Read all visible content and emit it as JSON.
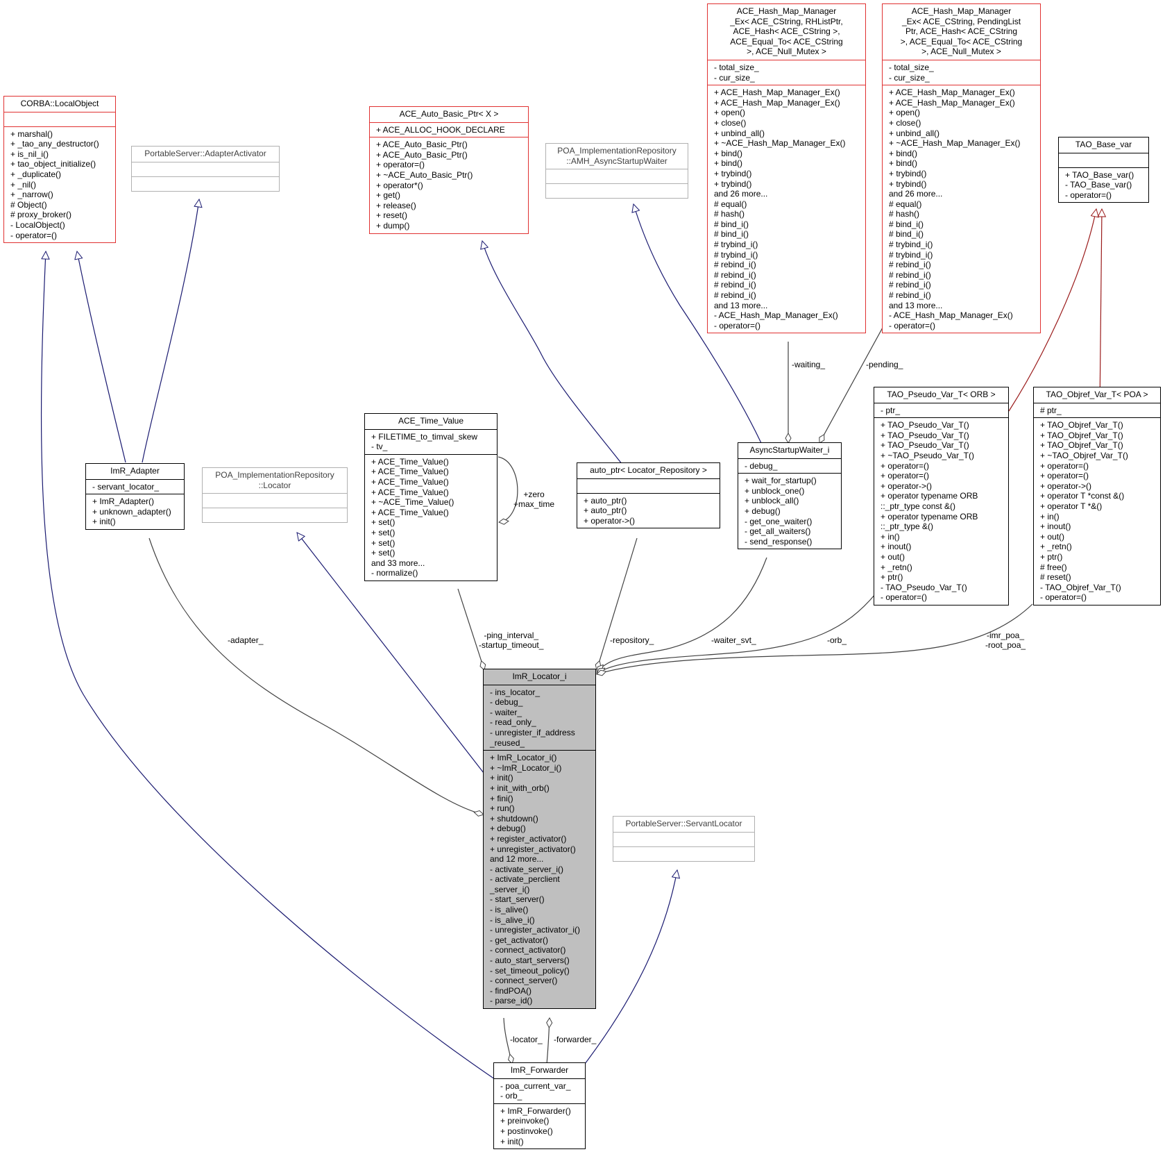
{
  "classes": {
    "corba_localobject": {
      "title": "CORBA::LocalObject",
      "attrs": [],
      "methods": [
        "+ marshal()",
        "+ _tao_any_destructor()",
        "+ is_nil_i()",
        "+ tao_object_initialize()",
        "+ _duplicate()",
        "+ _nil()",
        "+ _narrow()",
        "# Object()",
        "# proxy_broker()",
        "- LocalObject()",
        "- operator=()"
      ]
    },
    "adapter_activator": {
      "title": "PortableServer::AdapterActivator",
      "attrs": [],
      "methods": []
    },
    "auto_basic_ptr": {
      "title": "ACE_Auto_Basic_Ptr< X >",
      "attrs": [
        "+ ACE_ALLOC_HOOK_DECLARE"
      ],
      "methods": [
        "+ ACE_Auto_Basic_Ptr()",
        "+ ACE_Auto_Basic_Ptr()",
        "+ operator=()",
        "+ ~ACE_Auto_Basic_Ptr()",
        "+ operator*()",
        "+ get()",
        "+ release()",
        "+ reset()",
        "+ dump()"
      ]
    },
    "amh_async_startup_waiter": {
      "title": "POA_ImplementationRepository\n::AMH_AsyncStartupWaiter",
      "attrs": [],
      "methods": []
    },
    "hash_map_rhlist": {
      "title": "ACE_Hash_Map_Manager\n_Ex< ACE_CString, RHListPtr,\n ACE_Hash< ACE_CString >,\n ACE_Equal_To< ACE_CString\n >, ACE_Null_Mutex >",
      "attrs": [
        "- total_size_",
        "- cur_size_"
      ],
      "methods": [
        "+ ACE_Hash_Map_Manager_Ex()",
        "+ ACE_Hash_Map_Manager_Ex()",
        "+ open()",
        "+ close()",
        "+ unbind_all()",
        "+ ~ACE_Hash_Map_Manager_Ex()",
        "+ bind()",
        "+ bind()",
        "+ trybind()",
        "+ trybind()",
        "and 26 more...",
        "# equal()",
        "# hash()",
        "# bind_i()",
        "# bind_i()",
        "# trybind_i()",
        "# trybind_i()",
        "# rebind_i()",
        "# rebind_i()",
        "# rebind_i()",
        "# rebind_i()",
        "and 13 more...",
        "- ACE_Hash_Map_Manager_Ex()",
        "- operator=()"
      ]
    },
    "hash_map_pending": {
      "title": "ACE_Hash_Map_Manager\n_Ex< ACE_CString, PendingList\nPtr, ACE_Hash< ACE_CString\n >, ACE_Equal_To< ACE_CString\n >, ACE_Null_Mutex >",
      "attrs": [
        "- total_size_",
        "- cur_size_"
      ],
      "methods": [
        "+ ACE_Hash_Map_Manager_Ex()",
        "+ ACE_Hash_Map_Manager_Ex()",
        "+ open()",
        "+ close()",
        "+ unbind_all()",
        "+ ~ACE_Hash_Map_Manager_Ex()",
        "+ bind()",
        "+ bind()",
        "+ trybind()",
        "+ trybind()",
        "and 26 more...",
        "# equal()",
        "# hash()",
        "# bind_i()",
        "# bind_i()",
        "# trybind_i()",
        "# trybind_i()",
        "# rebind_i()",
        "# rebind_i()",
        "# rebind_i()",
        "# rebind_i()",
        "and 13 more...",
        "- ACE_Hash_Map_Manager_Ex()",
        "- operator=()"
      ]
    },
    "tao_base_var": {
      "title": "TAO_Base_var",
      "attrs": [],
      "methods": [
        "+ TAO_Base_var()",
        "- TAO_Base_var()",
        "- operator=()"
      ]
    },
    "ace_time_value": {
      "title": "ACE_Time_Value",
      "attrs": [
        "+ FILETIME_to_timval_skew",
        "- tv_"
      ],
      "methods": [
        "+ ACE_Time_Value()",
        "+ ACE_Time_Value()",
        "+ ACE_Time_Value()",
        "+ ACE_Time_Value()",
        "+ ~ACE_Time_Value()",
        "+ ACE_Time_Value()",
        "+ set()",
        "+ set()",
        "+ set()",
        "+ set()",
        "and 33 more...",
        "- normalize()"
      ]
    },
    "auto_ptr_locator": {
      "title": "auto_ptr< Locator_Repository >",
      "attrs": [],
      "methods": [
        "+ auto_ptr()",
        "+ auto_ptr()",
        "+ operator->()"
      ]
    },
    "async_startup_waiter_i": {
      "title": "AsyncStartupWaiter_i",
      "attrs": [
        "- debug_"
      ],
      "methods": [
        "+ wait_for_startup()",
        "+ unblock_one()",
        "+ unblock_all()",
        "+ debug()",
        "- get_one_waiter()",
        "- get_all_waiters()",
        "- send_response()"
      ]
    },
    "pseudo_var_orb": {
      "title": "TAO_Pseudo_Var_T< ORB >",
      "attrs": [
        "- ptr_"
      ],
      "methods": [
        "+ TAO_Pseudo_Var_T()",
        "+ TAO_Pseudo_Var_T()",
        "+ TAO_Pseudo_Var_T()",
        "+ ~TAO_Pseudo_Var_T()",
        "+ operator=()",
        "+ operator=()",
        "+ operator->()",
        "+ operator typename ORB",
        "::_ptr_type const &()",
        "+ operator typename ORB",
        "::_ptr_type &()",
        "+ in()",
        "+ inout()",
        "+ out()",
        "+ _retn()",
        "+ ptr()",
        "- TAO_Pseudo_Var_T()",
        "- operator=()"
      ]
    },
    "objref_var_poa": {
      "title": "TAO_Objref_Var_T< POA >",
      "attrs": [
        "# ptr_"
      ],
      "methods": [
        "+ TAO_Objref_Var_T()",
        "+ TAO_Objref_Var_T()",
        "+ TAO_Objref_Var_T()",
        "+ ~TAO_Objref_Var_T()",
        "+ operator=()",
        "+ operator=()",
        "+ operator->()",
        "+ operator T *const &()",
        "+ operator T *&()",
        "+ in()",
        "+ inout()",
        "+ out()",
        "+ _retn()",
        "+ ptr()",
        "# free()",
        "# reset()",
        "- TAO_Objref_Var_T()",
        "- operator=()"
      ]
    },
    "imr_adapter": {
      "title": "ImR_Adapter",
      "attrs": [
        "- servant_locator_"
      ],
      "methods": [
        "+ ImR_Adapter()",
        "+ unknown_adapter()",
        "+ init()"
      ]
    },
    "poa_locator": {
      "title": "POA_ImplementationRepository\n::Locator",
      "attrs": [],
      "methods": []
    },
    "imr_locator_i": {
      "title": "ImR_Locator_i",
      "attrs": [
        "- ins_locator_",
        "- debug_",
        "- waiter_",
        "- read_only_",
        "- unregister_if_address",
        "_reused_"
      ],
      "methods": [
        "+ ImR_Locator_i()",
        "+ ~ImR_Locator_i()",
        "+ init()",
        "+ init_with_orb()",
        "+ fini()",
        "+ run()",
        "+ shutdown()",
        "+ debug()",
        "+ register_activator()",
        "+ unregister_activator()",
        "and 12 more...",
        "- activate_server_i()",
        "- activate_perclient",
        "_server_i()",
        "- start_server()",
        "- is_alive()",
        "- is_alive_i()",
        "- unregister_activator_i()",
        "- get_activator()",
        "- connect_activator()",
        "- auto_start_servers()",
        "- set_timeout_policy()",
        "- connect_server()",
        "- findPOA()",
        "- parse_id()"
      ]
    },
    "servant_locator": {
      "title": "PortableServer::ServantLocator",
      "attrs": [],
      "methods": []
    },
    "imr_forwarder": {
      "title": "ImR_Forwarder",
      "attrs": [
        "- poa_current_var_",
        "- orb_"
      ],
      "methods": [
        "+ ImR_Forwarder()",
        "+ preinvoke()",
        "+ postinvoke()",
        "+ init()"
      ]
    }
  },
  "edge_labels": {
    "waiting": "-waiting_",
    "pending": "-pending_",
    "zero_max": "+zero\n+max_time",
    "adapter": "-adapter_",
    "ping_startup": "-ping_interval_\n-startup_timeout_",
    "repository": "-repository_",
    "waiter_svt": "-waiter_svt_",
    "orb": "-orb_",
    "imr_root_poa": "-imr_poa_\n-root_poa_",
    "locator": "-locator_",
    "forwarder": "-forwarder_"
  },
  "colors": {
    "inheritance": "#191970",
    "template_inheritance": "#9a1a1a",
    "usage": "#404040",
    "focus_fill": "#bfbfbf",
    "red_border": "#e03030",
    "grey_border": "#b0b0b0"
  }
}
